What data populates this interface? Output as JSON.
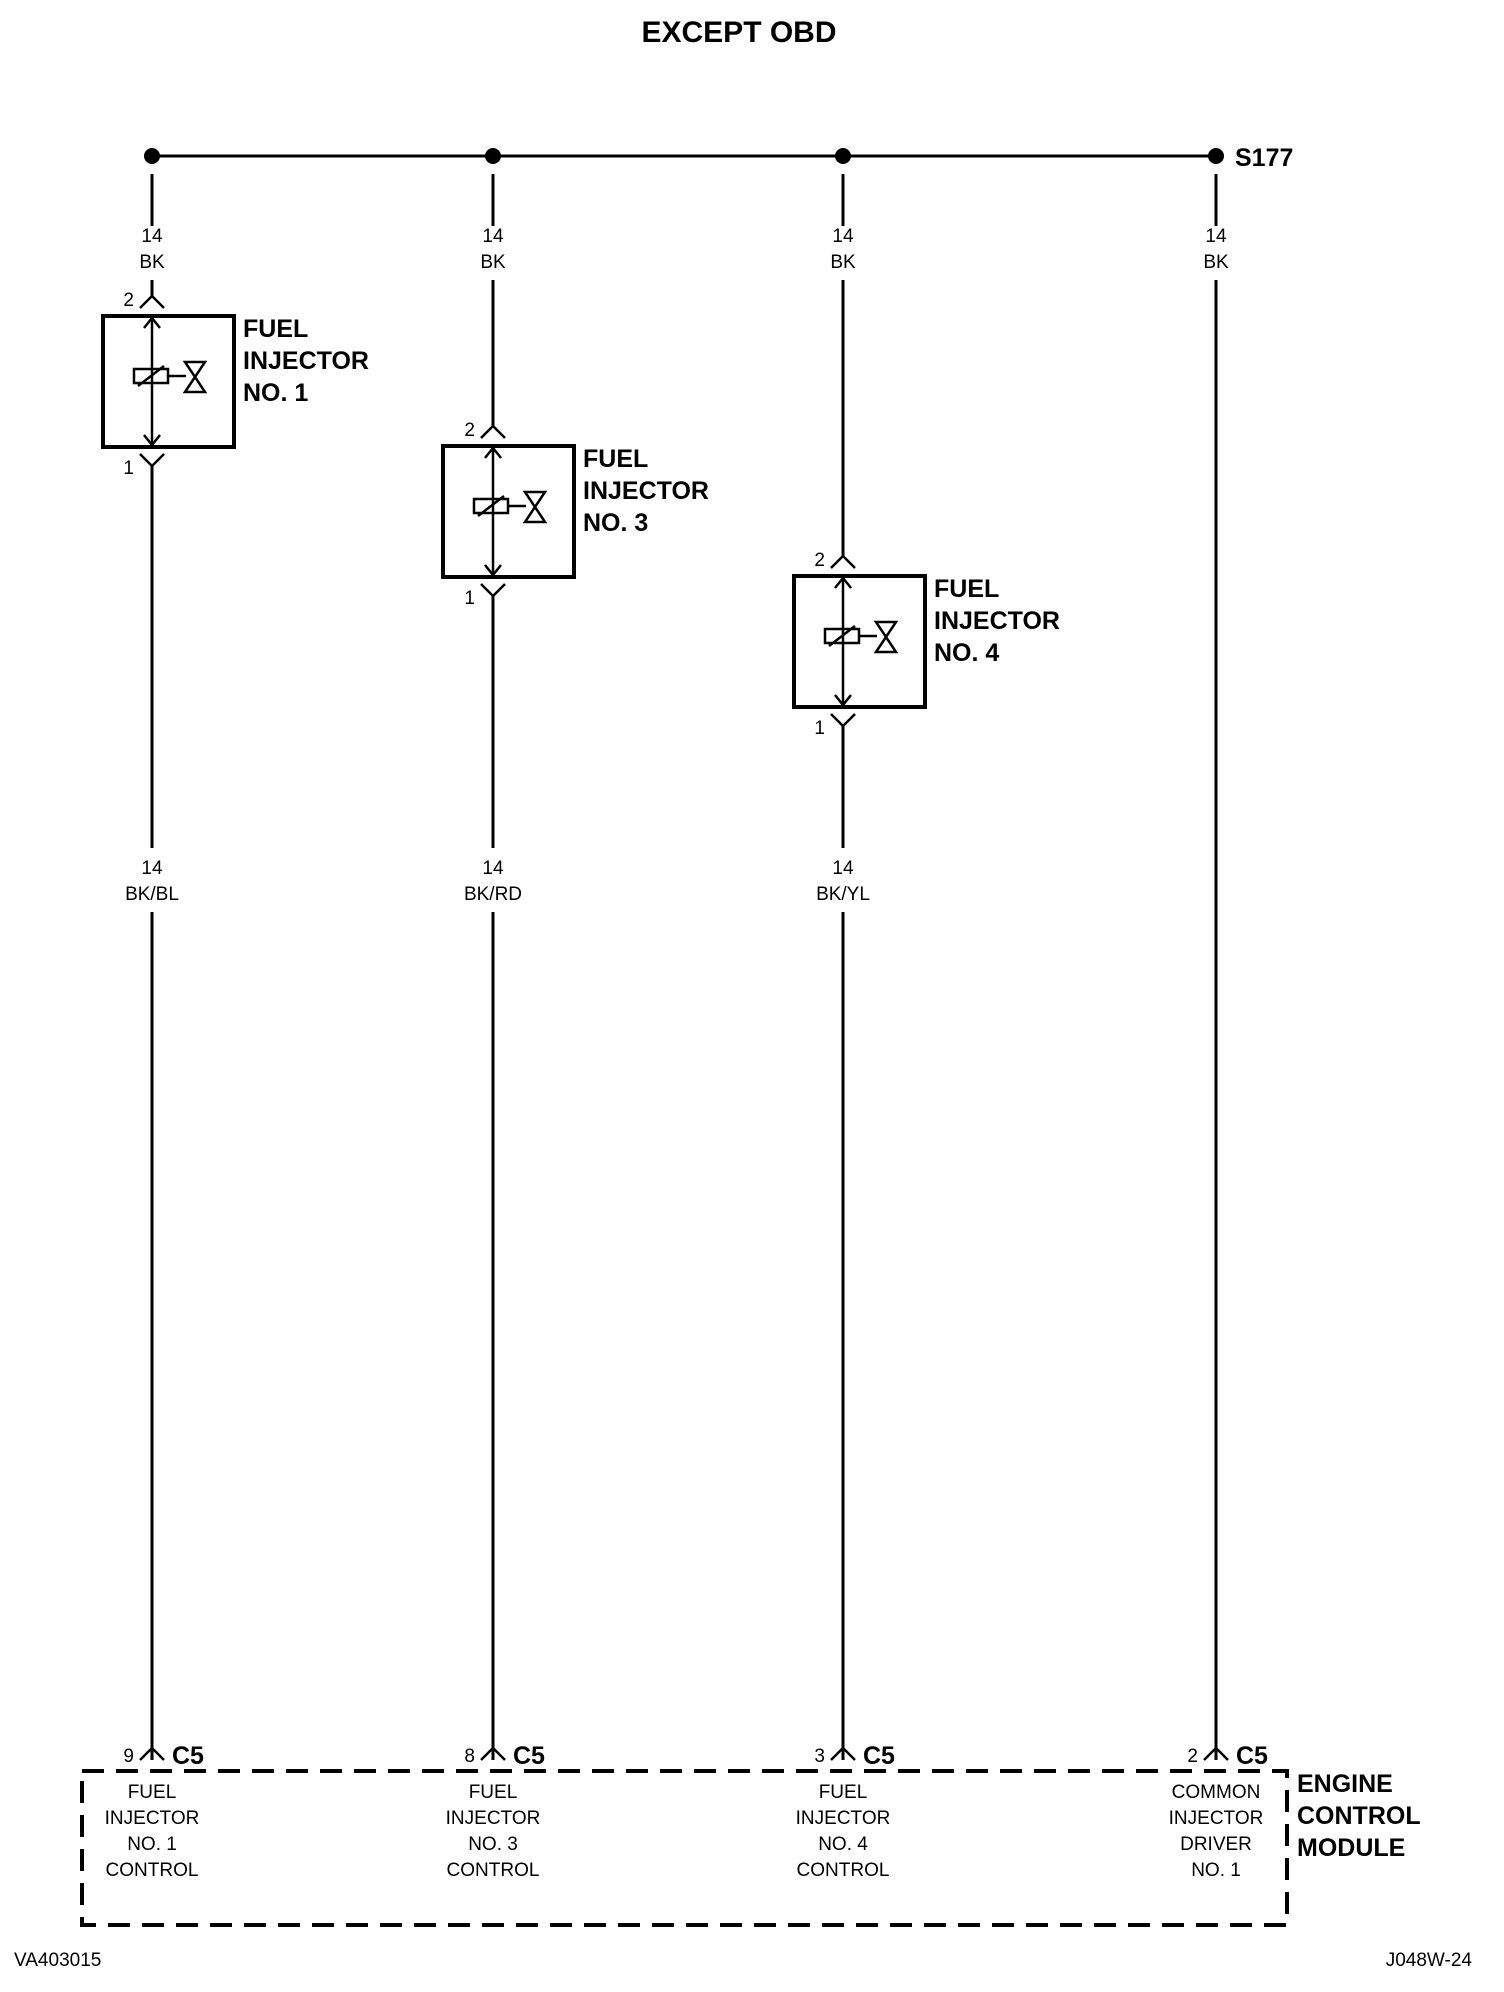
{
  "title": "EXCEPT OBD",
  "splice": {
    "id": "S177"
  },
  "top_wires": [
    {
      "gauge": "14",
      "color": "BK"
    },
    {
      "gauge": "14",
      "color": "BK"
    },
    {
      "gauge": "14",
      "color": "BK"
    },
    {
      "gauge": "14",
      "color": "BK"
    }
  ],
  "injectors": [
    {
      "line1": "FUEL",
      "line2": "INJECTOR",
      "line3": "NO. 1",
      "pin_top": "2",
      "pin_bottom": "1"
    },
    {
      "line1": "FUEL",
      "line2": "INJECTOR",
      "line3": "NO. 3",
      "pin_top": "2",
      "pin_bottom": "1"
    },
    {
      "line1": "FUEL",
      "line2": "INJECTOR",
      "line3": "NO. 4",
      "pin_top": "2",
      "pin_bottom": "1"
    }
  ],
  "lower_wires": [
    {
      "gauge": "14",
      "color": "BK/BL"
    },
    {
      "gauge": "14",
      "color": "BK/RD"
    },
    {
      "gauge": "14",
      "color": "BK/YL"
    }
  ],
  "ecm_pins": [
    {
      "pin": "9",
      "connector": "C5",
      "lines": [
        "FUEL",
        "INJECTOR",
        "NO. 1",
        "CONTROL"
      ]
    },
    {
      "pin": "8",
      "connector": "C5",
      "lines": [
        "FUEL",
        "INJECTOR",
        "NO. 3",
        "CONTROL"
      ]
    },
    {
      "pin": "3",
      "connector": "C5",
      "lines": [
        "FUEL",
        "INJECTOR",
        "NO. 4",
        "CONTROL"
      ]
    },
    {
      "pin": "2",
      "connector": "C5",
      "lines": [
        "COMMON",
        "INJECTOR",
        "DRIVER",
        "NO. 1"
      ]
    }
  ],
  "ecm": {
    "line1": "ENGINE",
    "line2": "CONTROL",
    "line3": "MODULE"
  },
  "footer": {
    "left": "VA403015",
    "right": "J048W-24"
  }
}
